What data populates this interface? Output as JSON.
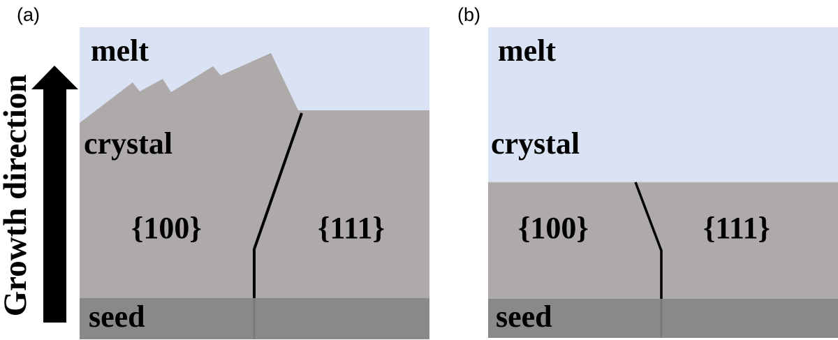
{
  "colors": {
    "melt": "#dae3f3",
    "crystal": "#aeaaaa",
    "seed": "#898989",
    "boundary": "#000000",
    "arrow": "#000000"
  },
  "growth_label": "Growth direction",
  "panels": [
    {
      "id": "a",
      "label": "(a)",
      "melt_label": "melt",
      "crystal_label": "crystal",
      "left_grain_label": "{100}",
      "right_grain_label": "{111}",
      "seed_label": "seed",
      "interface": "faceted"
    },
    {
      "id": "b",
      "label": "(b)",
      "melt_label": "melt",
      "crystal_label": "crystal",
      "left_grain_label": "{100}",
      "right_grain_label": "{111}",
      "seed_label": "seed",
      "interface": "flat"
    }
  ]
}
